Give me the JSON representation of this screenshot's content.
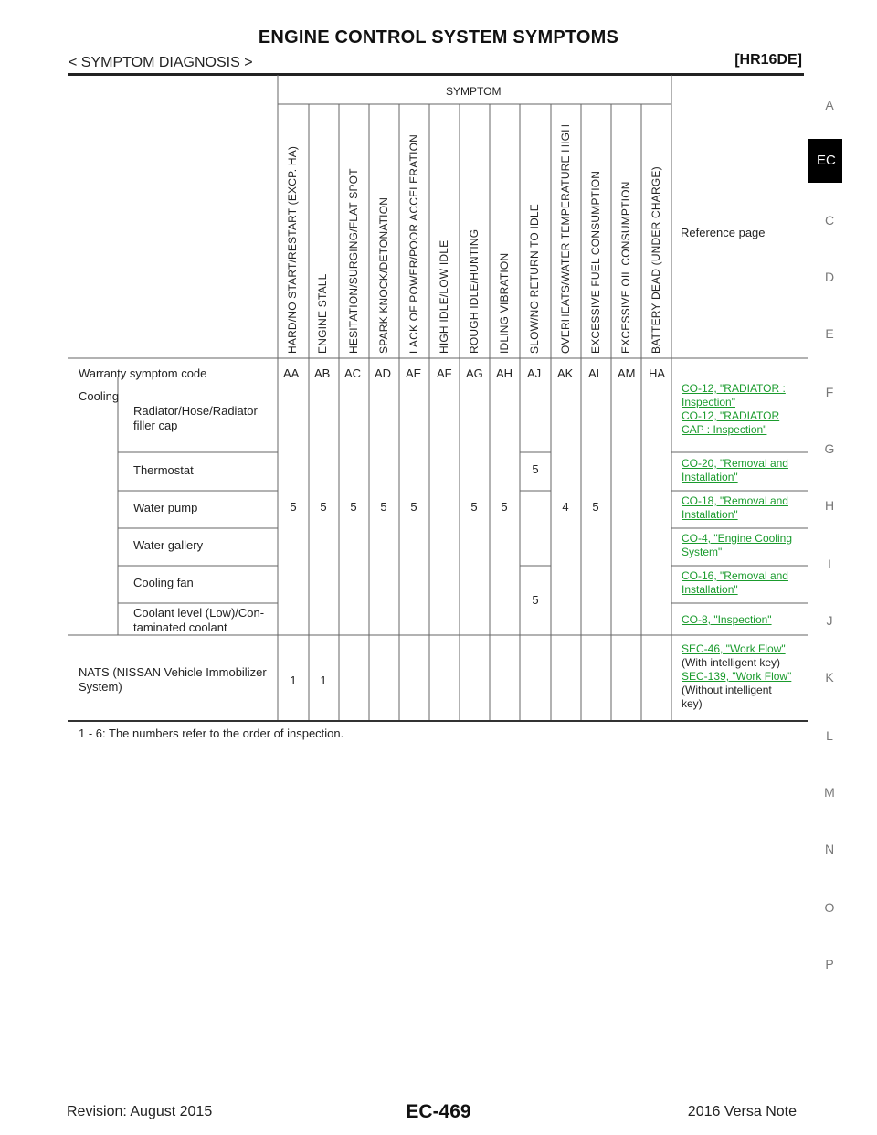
{
  "header": {
    "title": "ENGINE CONTROL SYSTEM SYMPTOMS",
    "subtitle": "< SYMPTOM DIAGNOSIS >",
    "model": "[HR16DE]"
  },
  "side_index": {
    "letters": [
      "A",
      "C",
      "D",
      "E",
      "F",
      "G",
      "H",
      "I",
      "J",
      "K",
      "L",
      "M",
      "N",
      "O",
      "P"
    ],
    "active": "EC"
  },
  "table": {
    "symptom_header": "SYMPTOM",
    "reference_header": "Reference page",
    "symptoms": [
      "HARD/NO START/RESTART (EXCP. HA)",
      "ENGINE STALL",
      "HESITATION/SURGING/FLAT SPOT",
      "SPARK KNOCK/DETONATION",
      "LACK OF POWER/POOR ACCELERATION",
      "HIGH IDLE/LOW IDLE",
      "ROUGH IDLE/HUNTING",
      "IDLING VIBRATION",
      "SLOW/NO RETURN TO IDLE",
      "OVERHEATS/WATER TEMPERATURE HIGH",
      "EXCESSIVE FUEL CONSUMPTION",
      "EXCESSIVE OIL CONSUMPTION",
      "BATTERY DEAD (UNDER CHARGE)"
    ],
    "warranty_label": "Warranty symptom code",
    "codes": [
      "AA",
      "AB",
      "AC",
      "AD",
      "AE",
      "AF",
      "AG",
      "AH",
      "AJ",
      "AK",
      "AL",
      "AM",
      "HA"
    ],
    "cooling": {
      "group_label": "Cooling",
      "items": [
        "Radiator/Hose/Radiator filler cap",
        "Thermostat",
        "Water pump",
        "Water gallery",
        "Cooling fan",
        "Coolant level (Low)/Con- taminated coolant"
      ],
      "merged_values": [
        "5",
        "5",
        "5",
        "5",
        "5",
        "",
        "5",
        "5",
        "",
        "4",
        "5",
        "",
        ""
      ],
      "thermostat_aj": "5",
      "fan_coolant_aj": "5",
      "references": [
        [
          "CO-12, \"RADIATOR : Inspection\"",
          "CO-12, \"RADIATOR CAP : Inspection\""
        ],
        [
          "CO-20, \"Removal and Installation\""
        ],
        [
          "CO-18, \"Removal and Installation\""
        ],
        [
          "CO-4, \"Engine Cooling System\""
        ],
        [
          "CO-16, \"Removal and Installation\""
        ],
        [
          "CO-8, \"Inspection\""
        ]
      ]
    },
    "nats": {
      "label": "NATS (NISSAN Vehicle Immobilizer System)",
      "values": [
        "1",
        "1"
      ],
      "ref_link_1": "SEC-46, \"Work Flow\"",
      "ref_note_1": "(With intelligent key)",
      "ref_link_2": "SEC-139, \"Work Flow\"",
      "ref_note_2": "(Without intelligent key)"
    }
  },
  "footnote": "1 - 6: The numbers refer to the order of inspection.",
  "footer": {
    "revision": "Revision: August 2015",
    "page": "EC-469",
    "model": "2016 Versa Note"
  }
}
